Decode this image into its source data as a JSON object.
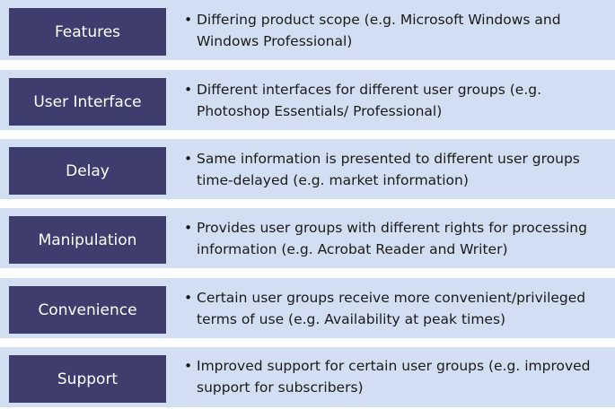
{
  "rows": [
    {
      "label": "Features",
      "bullet": "•",
      "description": "Differing product scope (e.g. Microsoft Windows and Windows Professional)"
    },
    {
      "label": "User Interface",
      "bullet": "•",
      "description": "Different interfaces for different user groups (e.g. Photoshop Essentials/ Professional)"
    },
    {
      "label": "Delay",
      "bullet": "•",
      "description": "Same information is presented to different user groups time-delayed (e.g. market information)"
    },
    {
      "label": "Manipulation",
      "bullet": "•",
      "description": "Provides user groups with different rights for processing information (e.g. Acrobat Reader and Writer)"
    },
    {
      "label": "Convenience",
      "bullet": "•",
      "description": "Certain user groups receive more convenient/privileged terms of use (e.g.  Availability at peak times)"
    },
    {
      "label": "Support",
      "bullet": "•",
      "description": "Improved support for certain user groups (e.g. improved support for subscribers)"
    }
  ],
  "colors": {
    "label_background": "#3e3d6e",
    "row_background": "#d2dff2",
    "label_text": "#ffffff",
    "description_text": "#1a1a1a"
  }
}
